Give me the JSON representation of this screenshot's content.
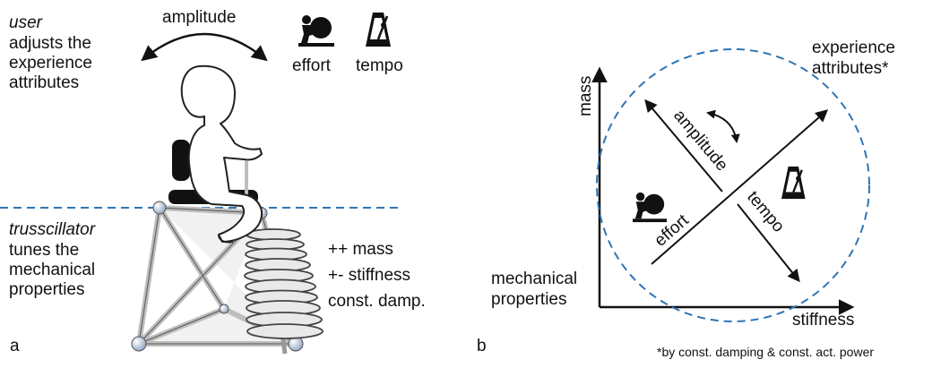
{
  "panel_a": {
    "label": "a",
    "user_role": "user",
    "user_role_desc": [
      "adjusts the",
      "experience",
      "attributes"
    ],
    "machine_role": "trusscillator",
    "machine_role_desc": [
      "tunes the",
      "mechanical",
      "properties"
    ],
    "amplitude_label": "amplitude",
    "effort_label": "effort",
    "tempo_label": "tempo",
    "property_changes": [
      "++ mass",
      "+- stiffness",
      "const. damp."
    ],
    "icons": [
      "effort-icon",
      "metronome-icon",
      "person-silhouette-icon",
      "seat-icon",
      "spring-icon"
    ]
  },
  "panel_b": {
    "label": "b",
    "y_axis_label": "mass",
    "x_axis_label": "stiffness",
    "origin_label": [
      "mechanical",
      "properties"
    ],
    "circle_label": [
      "experience",
      "attributes*"
    ],
    "amplitude_label": "amplitude",
    "effort_label": "effort",
    "tempo_label": "tempo",
    "footnote": "*by const. damping & const. act. power",
    "icons": [
      "effort-icon",
      "metronome-icon"
    ]
  },
  "colors": {
    "dashed_line": "#2e75b6",
    "ink": "#111111",
    "frame": "#c8c8c8"
  }
}
